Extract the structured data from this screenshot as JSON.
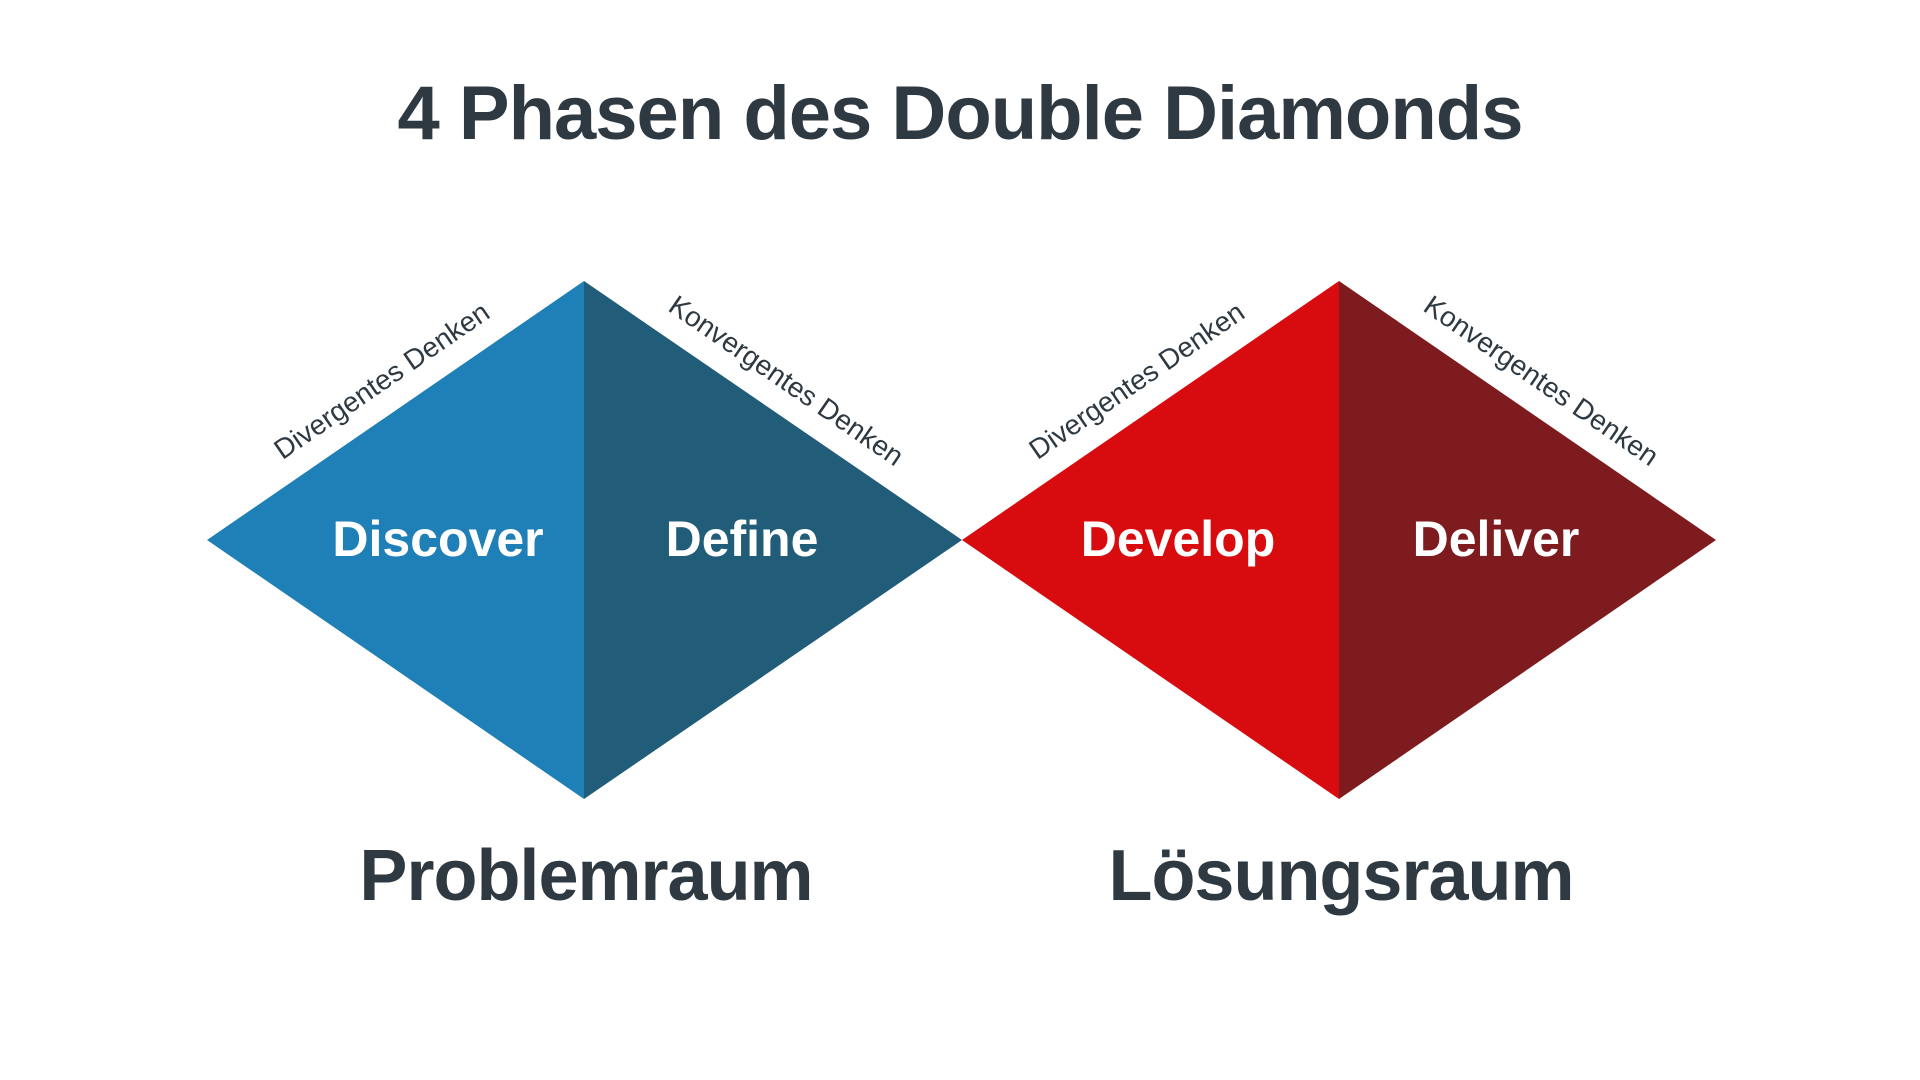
{
  "title": "4 Phasen des Double Diamonds",
  "colors": {
    "background": "#FFFFFF",
    "heading_text": "#2E3942",
    "edge_label_text": "#2E3942",
    "phase_label_text": "#FFFFFF",
    "discover_fill": "#1F80B7",
    "define_fill": "#215C78",
    "develop_fill": "#D80C0E",
    "deliver_fill": "#7E1B1E"
  },
  "diamonds": [
    {
      "name": "problem-diamond",
      "space_label": "Problemraum",
      "phases": [
        {
          "label": "Discover",
          "thinking": "Divergentes Denken"
        },
        {
          "label": "Define",
          "thinking": "Konvergentes Denken"
        }
      ]
    },
    {
      "name": "solution-diamond",
      "space_label": "Lösungsraum",
      "phases": [
        {
          "label": "Develop",
          "thinking": "Divergentes Denken"
        },
        {
          "label": "Deliver",
          "thinking": "Konvergentes Denken"
        }
      ]
    }
  ]
}
